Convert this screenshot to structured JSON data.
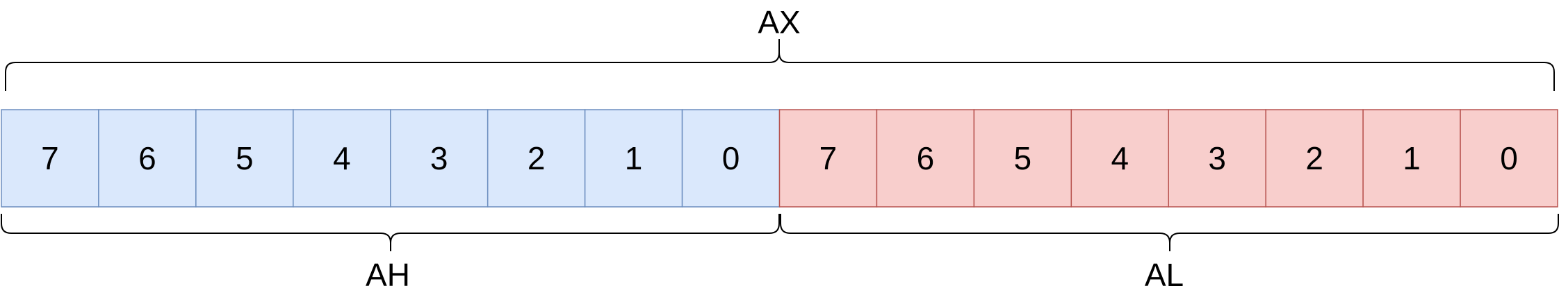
{
  "registers": {
    "full": "AX",
    "high": "AH",
    "low": "AL"
  },
  "high_byte": {
    "bits": [
      "7",
      "6",
      "5",
      "4",
      "3",
      "2",
      "1",
      "0"
    ],
    "fill": "#dae8fc",
    "stroke": "#6c8ebf"
  },
  "low_byte": {
    "bits": [
      "7",
      "6",
      "5",
      "4",
      "3",
      "2",
      "1",
      "0"
    ],
    "fill": "#f8cecc",
    "stroke": "#b85450"
  }
}
